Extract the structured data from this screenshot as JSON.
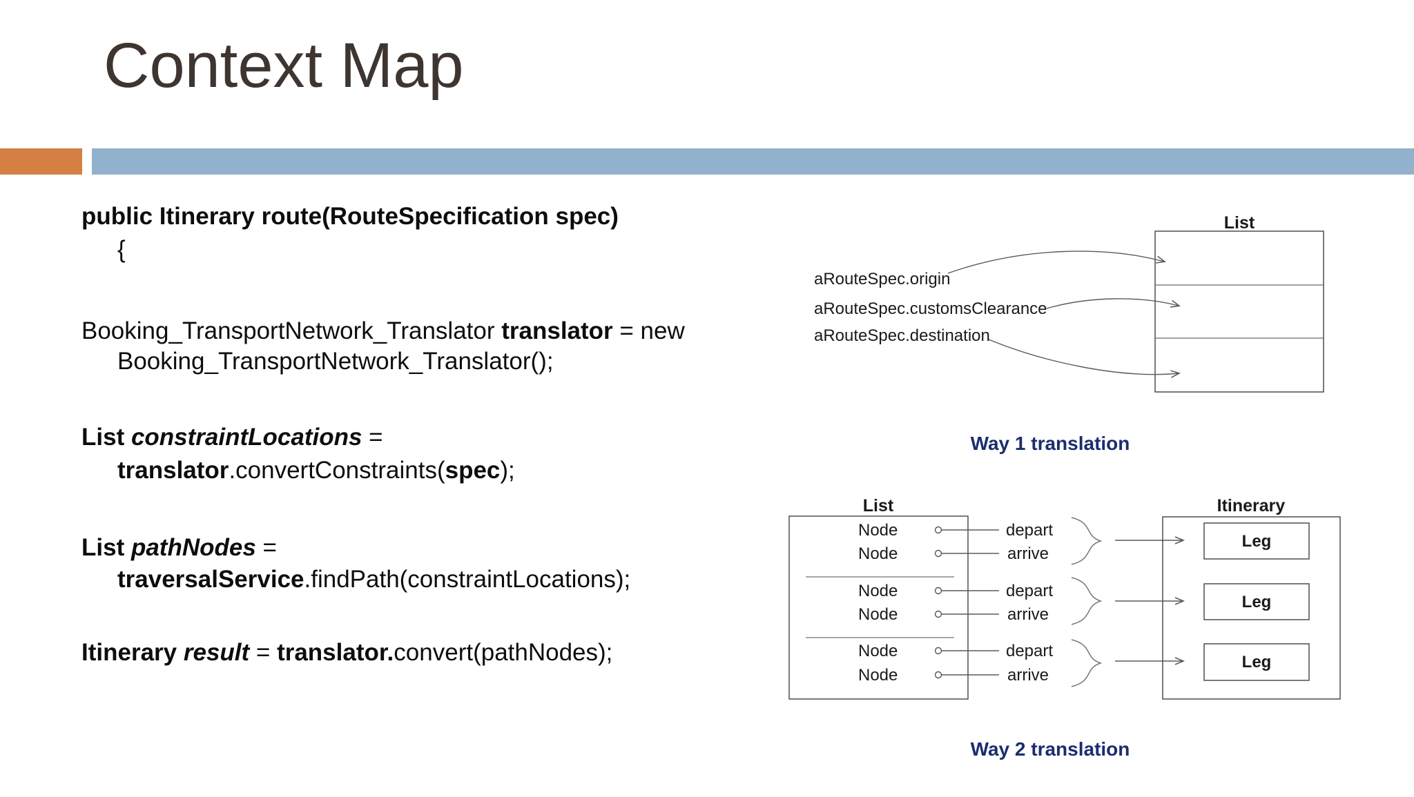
{
  "slide": {
    "title": "Context Map"
  },
  "colors": {
    "accent_orange": "#d57f45",
    "accent_blue": "#92b1cd",
    "caption_navy": "#1b2d6e",
    "title_charcoal": "#3e3531"
  },
  "code": {
    "signature": "public Itinerary route(RouteSpecification spec)",
    "open_brace": "{",
    "decl_type": "Booking_TransportNetwork_Translator ",
    "decl_var": "translator",
    "decl_assign": " = new",
    "ctor_call": "Booking_TransportNetwork_Translator();",
    "constraints_list": "List ",
    "constraints_var": "constraintLocations",
    "constraints_assign": " =",
    "convert_obj": "translator",
    "convert_method": ".convertConstraints(",
    "convert_arg": "spec",
    "convert_close": ");",
    "path_list": "List ",
    "path_var": "pathNodes",
    "path_assign": " =",
    "find_obj": "traversalService",
    "find_call": ".findPath(constraintLocations);",
    "result_type": "Itinerary ",
    "result_var": "result",
    "result_assign": " = ",
    "result_obj": "translator.",
    "result_call": "convert(pathNodes);"
  },
  "way1": {
    "list_title": "List",
    "labels": [
      "aRouteSpec.origin",
      "aRouteSpec.customsClearance",
      "aRouteSpec.destination"
    ],
    "caption": "Way 1 translation"
  },
  "way2": {
    "list_title": "List",
    "itinerary_title": "Itinerary",
    "nodes": [
      "Node",
      "Node",
      "Node",
      "Node",
      "Node",
      "Node"
    ],
    "pairs": [
      "depart",
      "arrive",
      "depart",
      "arrive",
      "depart",
      "arrive"
    ],
    "legs": [
      "Leg",
      "Leg",
      "Leg"
    ],
    "caption": "Way 2 translation"
  }
}
